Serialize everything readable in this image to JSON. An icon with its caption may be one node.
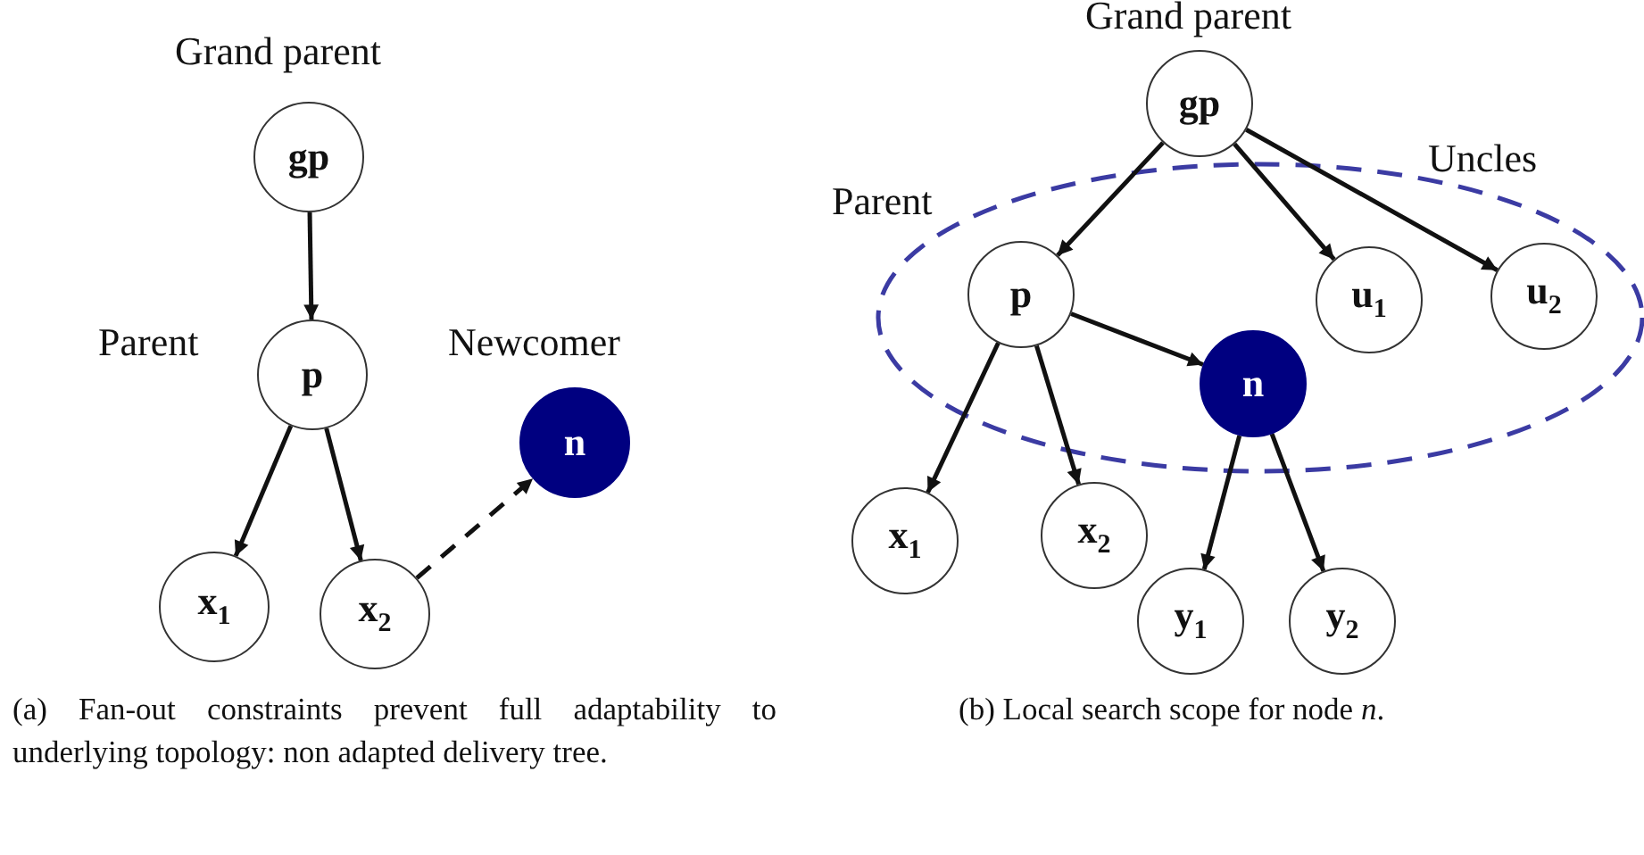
{
  "diagram": {
    "nodes": [
      {
        "text": [
          "gp"
        ],
        "beside": [
          "Grand parent"
        ]
      },
      {
        "text": [
          "p"
        ],
        "beside": [
          "Parent"
        ]
      },
      {
        "text": [
          "n"
        ],
        "beside": [
          "Newcomer"
        ]
      },
      {
        "text": [
          "x$_{1}$"
        ]
      },
      {
        "text": [
          "x$_{2}$"
        ]
      },
      {
        "text": [
          "gp"
        ],
        "beside": [
          "Grand parent"
        ]
      },
      {
        "text": [
          "p"
        ],
        "beside": [
          "Parent"
        ]
      },
      {
        "text": [
          "u$_{1}$"
        ]
      },
      {
        "text": [
          "u$_{2}$"
        ]
      },
      {
        "text": [
          "n"
        ]
      },
      {
        "text": [
          "x$_{1}$"
        ]
      },
      {
        "text": [
          "x$_{2}$"
        ]
      },
      {
        "text": [
          "y$_{1}$"
        ]
      },
      {
        "text": [
          "y$_{2}$"
        ]
      }
    ],
    "edges": [
      {
        "from": 0,
        "to": 1,
        "arrow": "to"
      },
      {
        "from": 1,
        "to": 3,
        "arrow": "to"
      },
      {
        "from": 1,
        "to": 4,
        "arrow": "to"
      },
      {
        "from": 4,
        "to": 2,
        "arrow": "to",
        "style": "dashed"
      },
      {
        "from": 5,
        "to": 6,
        "arrow": "to"
      },
      {
        "from": 5,
        "to": 7,
        "arrow": "to"
      },
      {
        "from": 5,
        "to": 8,
        "arrow": "to"
      },
      {
        "from": 6,
        "to": 9,
        "arrow": "to"
      },
      {
        "from": 6,
        "to": 10,
        "arrow": "to"
      },
      {
        "from": 6,
        "to": 11,
        "arrow": "to"
      },
      {
        "from": 9,
        "to": 12,
        "arrow": "to"
      },
      {
        "from": 9,
        "to": 13,
        "arrow": "to"
      }
    ],
    "labels": [
      "Uncles",
      "(a) Fan-out constraints prevent full adaptability to underlying topology: non adapted delivery tree.",
      "(b) Local search scope for node *n*."
    ]
  }
}
